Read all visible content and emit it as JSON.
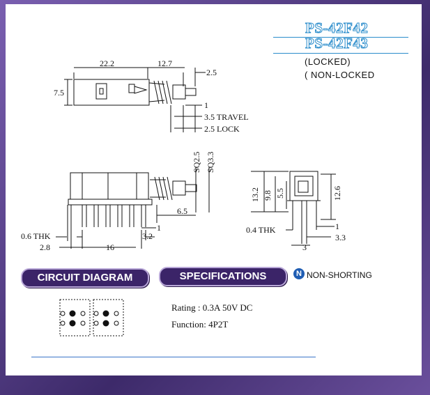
{
  "header": {
    "model_1": "PS-42F42",
    "model_2": "PS-42F43",
    "mode_1": "(LOCKED)",
    "mode_2": "( NON-LOCKED"
  },
  "top_view": {
    "dim_length": "22.2",
    "dim_stem": "12.7",
    "dim_tip": "2.5",
    "dim_height": "7.5",
    "dim_1": "1",
    "travel": "3.5 TRAVEL",
    "lock": "2.5 LOCK"
  },
  "side_view": {
    "sq1": "SQ2.5",
    "sq2": "SQ3.3",
    "dim_65": "6.5",
    "thk": "0.6 THK",
    "dim_28": "2.8",
    "dim_16": "16",
    "dim_32": "3.2",
    "dim_1": "1"
  },
  "end_view": {
    "dim_132": "13.2",
    "dim_98": "9.8",
    "dim_55": "5.5",
    "dim_126": "12.6",
    "thk": "0.4 THK",
    "dim_1": "1",
    "dim_3": "3",
    "dim_33": "3.3"
  },
  "labels": {
    "circuit": "CIRCUIT DIAGRAM",
    "specs": "SPECIFICATIONS",
    "non_shorting": "NON-SHORTING",
    "non_shorting_icon": "N"
  },
  "specs": {
    "rating": "Rating : 0.3A 50V DC",
    "function": "Function: 4P2T"
  },
  "colors": {
    "accent": "#3b2468",
    "title_outline": "#2a8ccb",
    "rule": "#3a74c8"
  }
}
